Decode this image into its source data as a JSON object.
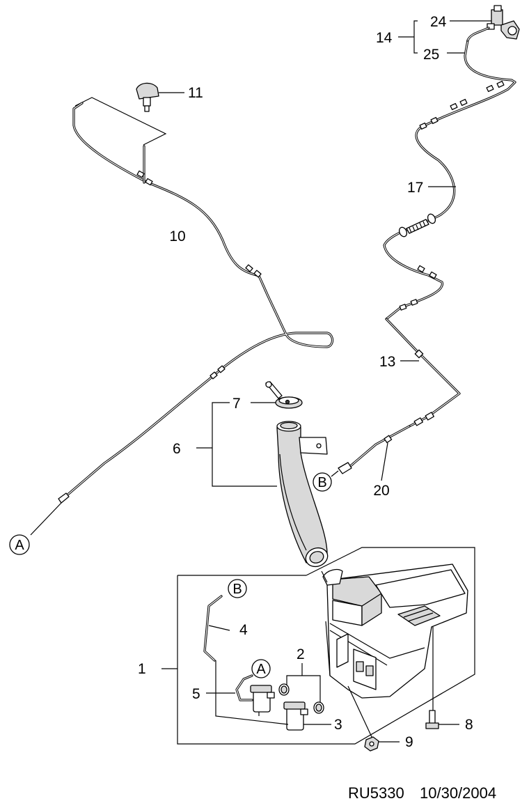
{
  "labels": {
    "l1": "1",
    "l2": "2",
    "l3": "3",
    "l4": "4",
    "l5": "5",
    "l6": "6",
    "l7": "7",
    "l8": "8",
    "l9": "9",
    "l10": "10",
    "l11": "11",
    "l13": "13",
    "l14": "14",
    "l17": "17",
    "l20": "20",
    "l24": "24",
    "l25": "25"
  },
  "connectors": {
    "a_left": "A",
    "b_right": "B",
    "b_box": "B",
    "a_box": "A"
  },
  "footer": {
    "code": "RU5330",
    "date": "10/30/2004"
  }
}
